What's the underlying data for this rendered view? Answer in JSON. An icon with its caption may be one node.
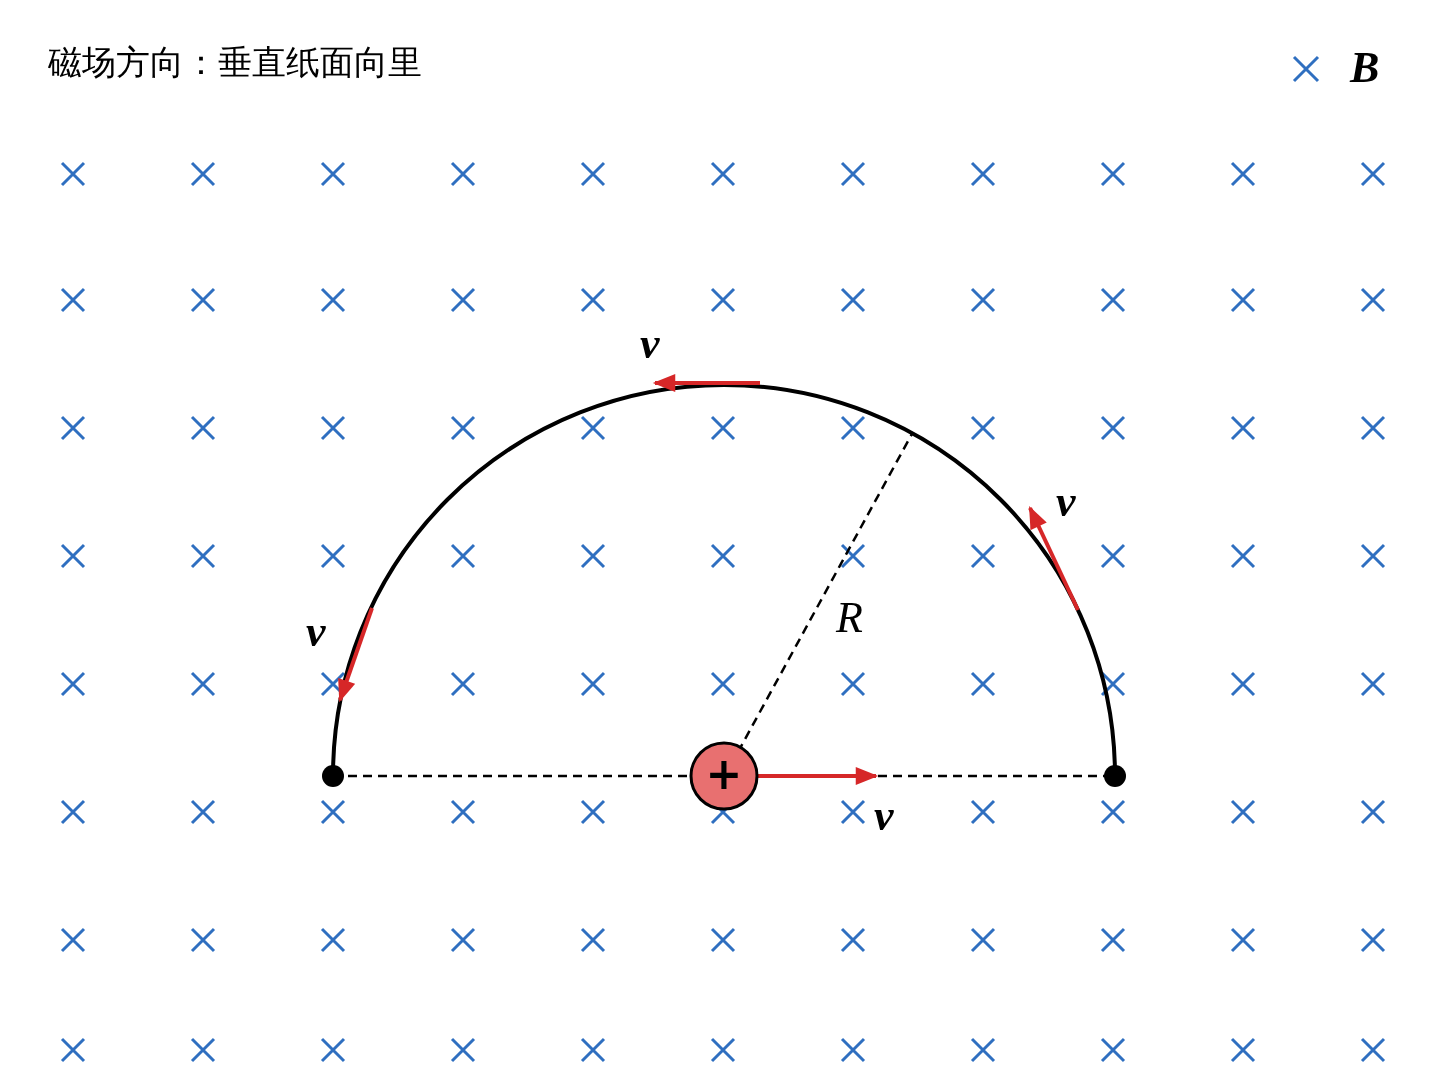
{
  "diagram": {
    "title": "磁场方向：垂直纸面向里",
    "nodes": [
      {
        "text": [
          "+"
        ]
      }
    ],
    "labels": [
      "v",
      "v",
      "R",
      "v",
      "v"
    ],
    "legend": [
      {
        "text": "B"
      }
    ]
  }
}
